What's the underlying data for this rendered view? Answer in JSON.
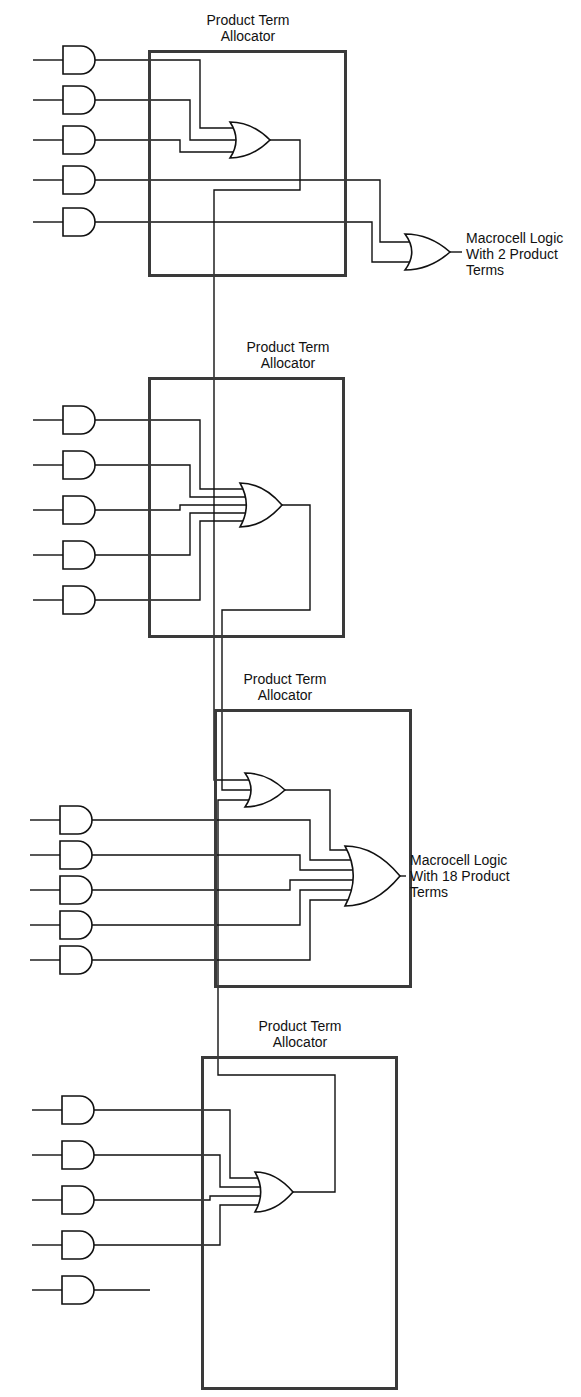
{
  "diagram": {
    "nodes": [
      {
        "text": [
          "Product Term Allocator"
        ]
      },
      {
        "text": [
          "Product Term Allocator"
        ]
      },
      {
        "text": [
          "Product Term Allocator"
        ]
      },
      {
        "text": [
          "Product Term Allocator"
        ]
      }
    ],
    "edges": [
      {
        "from": 0,
        "to": 2,
        "arrow": "none"
      },
      {
        "from": 1,
        "to": 2,
        "arrow": "none"
      },
      {
        "from": 3,
        "to": 2,
        "arrow": "none"
      }
    ],
    "labels": [
      "Macrocell Logic With 2 Product Terms",
      "Macrocell Logic With 18 Product Terms"
    ]
  }
}
